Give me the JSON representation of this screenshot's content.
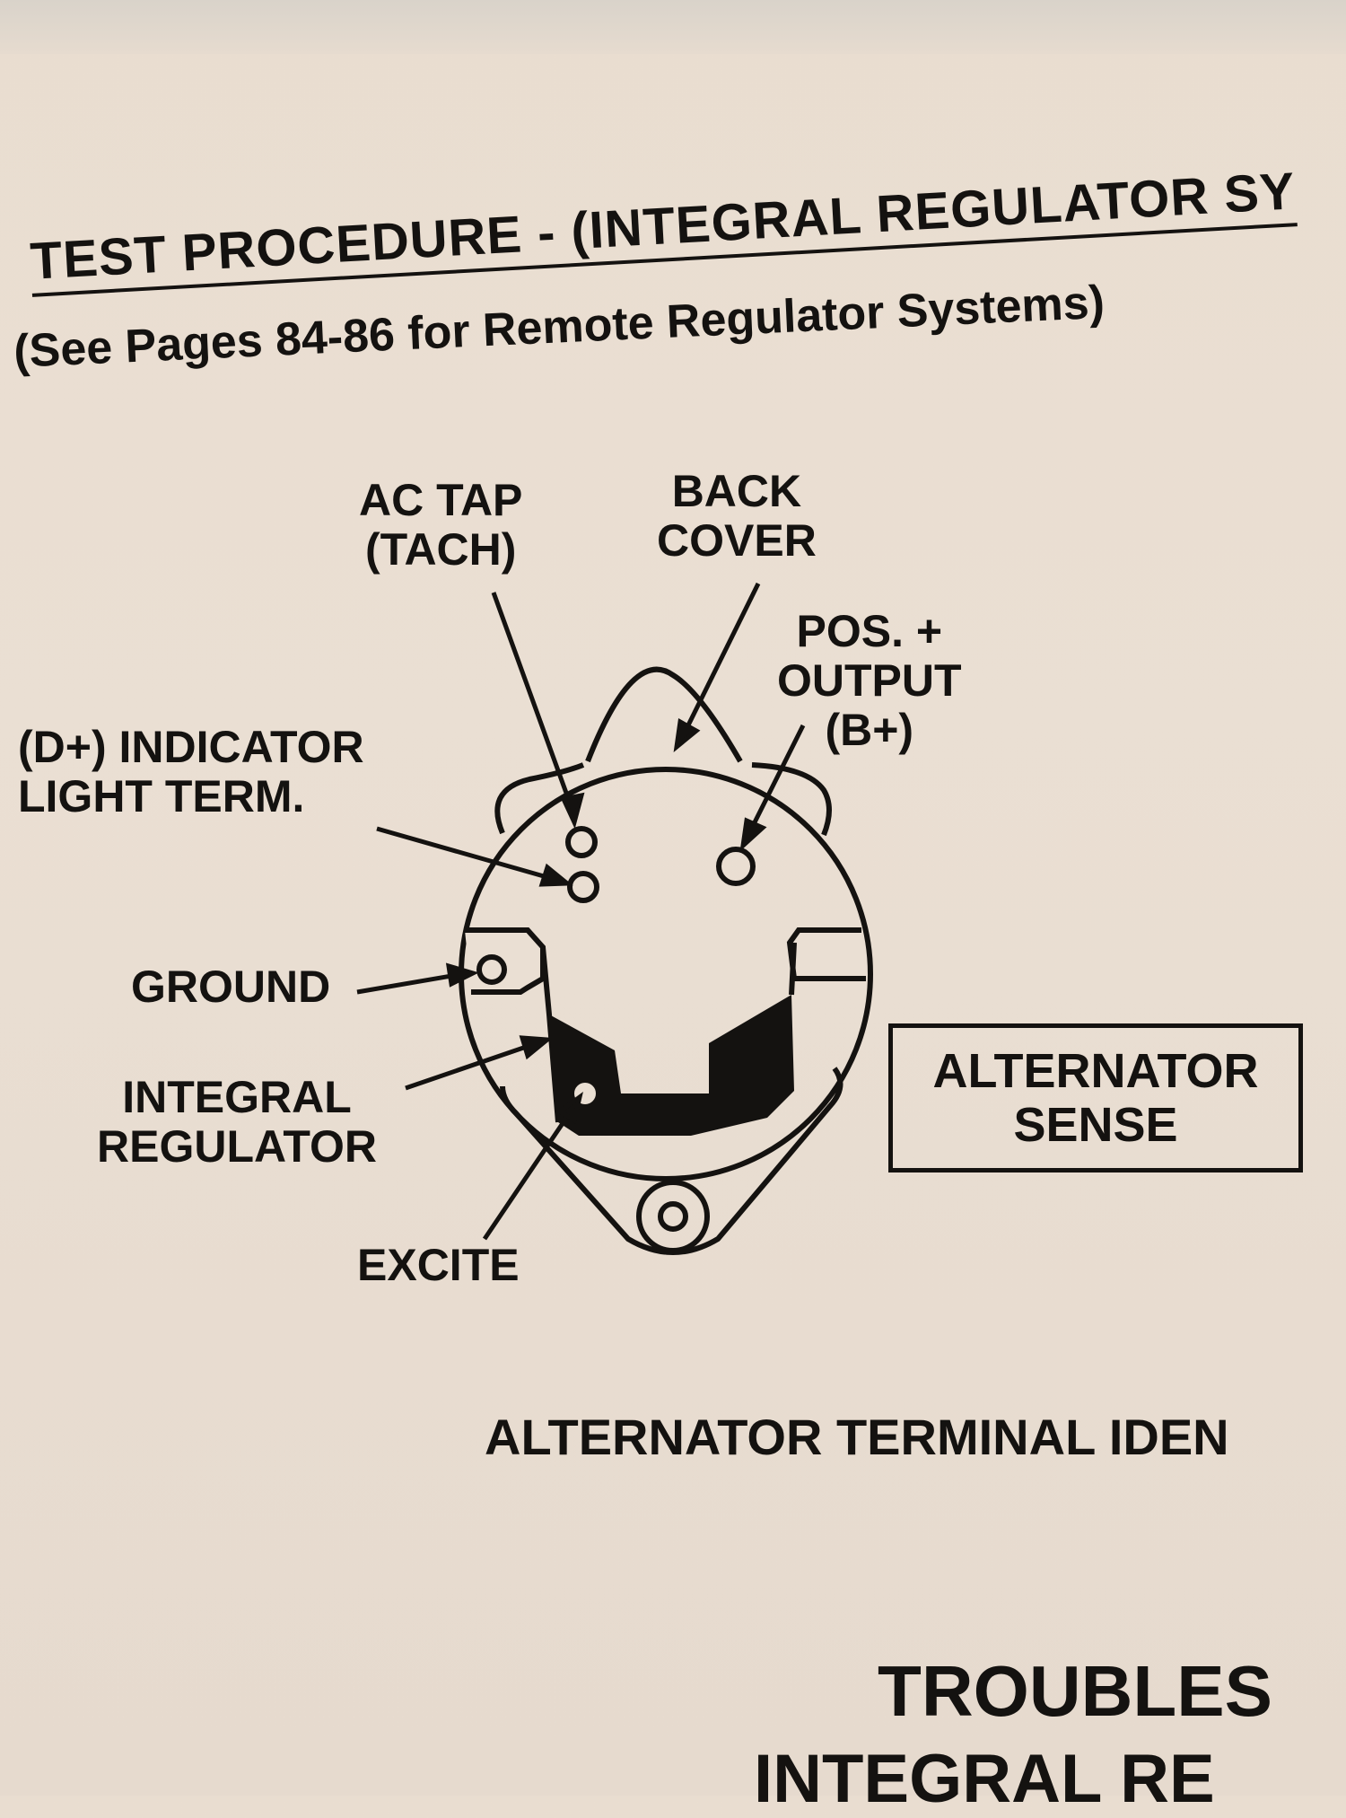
{
  "document": {
    "heading": "TEST PROCEDURE - (INTEGRAL REGULATOR SY",
    "subheading": "(See Pages 84-86 for Remote Regulator Systems)",
    "diagram": {
      "labels": {
        "ac_tap": "AC TAP\n(TACH)",
        "back_cover": "BACK\nCOVER",
        "pos_output": "POS. +\nOUTPUT\n(B+)",
        "indicator_light": "(D+) INDICATOR\nLIGHT TERM.",
        "ground": "GROUND",
        "integral_regulator": "INTEGRAL\nREGULATOR",
        "excite": "EXCITE"
      },
      "sense_box": "ALTERNATOR\nSENSE"
    },
    "caption": "ALTERNATOR TERMINAL IDEN",
    "section_title": "TROUBLES",
    "section_subtitle": "INTEGRAL RE"
  }
}
